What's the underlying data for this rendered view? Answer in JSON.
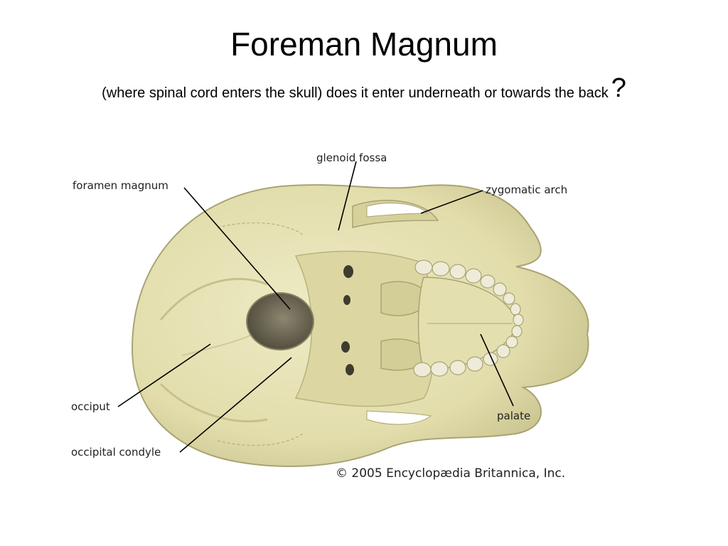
{
  "slide": {
    "title": "Foreman Magnum",
    "subtitle": "(where spinal cord enters the skull) does it enter underneath or towards the back",
    "subtitle_mark": "?"
  },
  "diagram": {
    "labels": {
      "glenoid_fossa": "glenoid fossa",
      "foramen_magnum": "foramen magnum",
      "zygomatic_arch": "zygomatic arch",
      "occiput": "occiput",
      "occipital_condyle": "occipital condyle",
      "palate": "palate"
    },
    "copyright": "© 2005 Encyclopædia Britannica, Inc.",
    "colors": {
      "bone": "#e6e2b0",
      "bone_shadow": "#c9c48f",
      "foramen": "#5f5a48",
      "teeth": "#eeecd8"
    }
  }
}
